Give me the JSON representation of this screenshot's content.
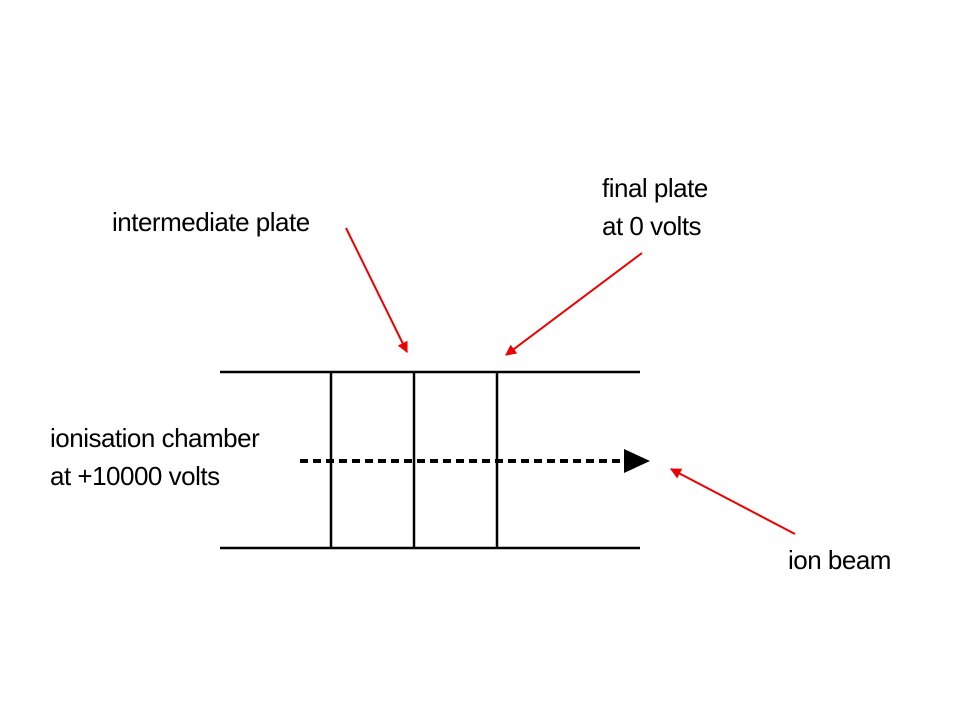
{
  "labels": {
    "intermediate_plate": "intermediate plate",
    "final_plate": {
      "line1": "final plate",
      "line2": "at 0 volts"
    },
    "ionisation_chamber": {
      "line1": "ionisation chamber",
      "line2": "at +10000 volts"
    },
    "ion_beam": "ion beam"
  },
  "colors": {
    "structure": "#000000",
    "pointer_arrows": "#ee0000",
    "background": "#ffffff"
  }
}
